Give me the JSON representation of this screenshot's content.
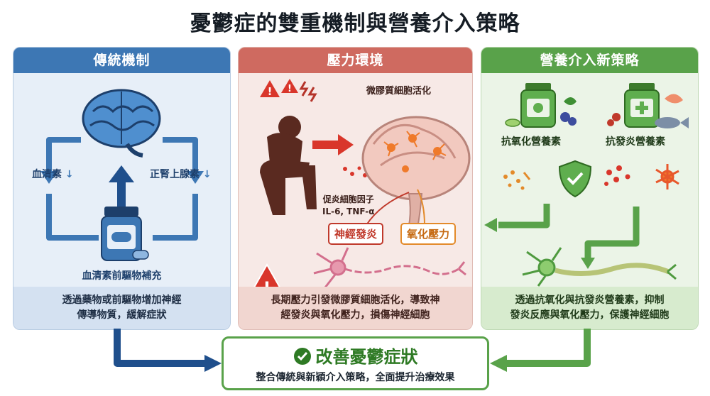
{
  "title": "憂鬱症的雙重機制與營養介入策略",
  "panels": {
    "traditional": {
      "header": "傳統機制",
      "serotonin": "血清素",
      "norepinephrine": "正腎上腺素",
      "supplement": "血清素前驅物補充",
      "footer_line1": "透過藥物或前驅物增加神經",
      "footer_line2": "傳導物質，緩解症狀"
    },
    "stress": {
      "header": "壓力環境",
      "microglia": "微膠質細胞活化",
      "cytokines_line1": "促炎細胞因子",
      "cytokines_line2": "IL-6, TNF-α",
      "neuroinflammation": "神經發炎",
      "oxidative_stress": "氧化壓力",
      "footer_line1": "長期壓力引發微膠質細胞活化，導致神",
      "footer_line2": "經發炎與氧化壓力，損傷神經細胞"
    },
    "nutrition": {
      "header": "營養介入新策略",
      "antioxidant": "抗氧化營養素",
      "anti_inflammatory": "抗發炎營養素",
      "footer_line1": "透過抗氧化與抗發炎營養素，抑制",
      "footer_line2": "發炎反應與氧化壓力，保護神經細胞"
    }
  },
  "outcome": {
    "title": "改善憂鬱症狀",
    "subtitle": "整合傳統與新穎介入策略，全面提升治療效果"
  },
  "colors": {
    "blue": "#3d77b4",
    "red": "#cf6a60",
    "green": "#59a24a",
    "alert_red": "#d9362b",
    "orange": "#e38a2a"
  },
  "icons": [
    "brain-icon",
    "pill-bottle-icon",
    "warning-icon",
    "lightning-icon",
    "stressed-person-icon",
    "neuron-icon",
    "supplement-bottle-icon",
    "shield-check-icon",
    "fish-icon",
    "check-circle-icon"
  ]
}
